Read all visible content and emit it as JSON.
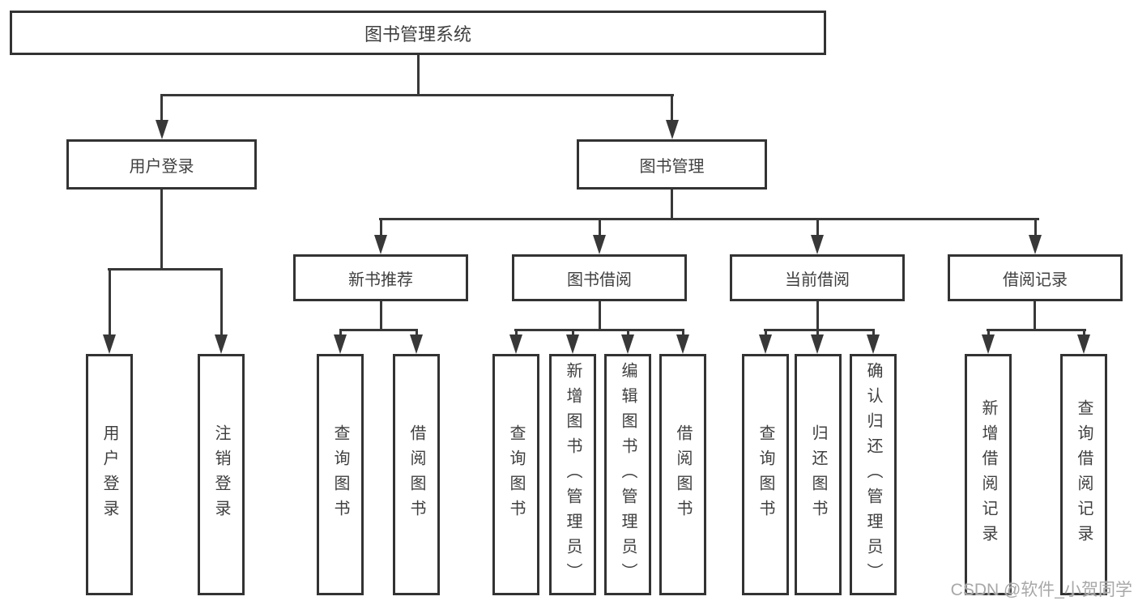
{
  "diagram": {
    "root": {
      "label": "图书管理系统"
    },
    "branches": [
      {
        "label": "用户登录",
        "children": [
          "用户登录",
          "注销登录"
        ]
      },
      {
        "label": "图书管理",
        "children": [
          {
            "label": "新书推荐",
            "children": [
              "查询图书",
              "借阅图书"
            ]
          },
          {
            "label": "图书借阅",
            "children": [
              "查询图书",
              "新增图书（管理员）",
              "编辑图书（管理员）",
              "借阅图书"
            ]
          },
          {
            "label": "当前借阅",
            "children": [
              "查询图书",
              "归还图书",
              "确认归还（管理员）"
            ]
          },
          {
            "label": "借阅记录",
            "children": [
              "新增借阅记录",
              "查询借阅记录"
            ]
          }
        ]
      }
    ]
  },
  "watermark": {
    "text": "CSDN @软件_小贺同学"
  },
  "colors": {
    "line": "#383838",
    "box_border": "#333333",
    "box_fill": "#ffffff",
    "text": "#3f3f3f",
    "watermark": "#a8a8a8",
    "background": "#ffffff"
  }
}
